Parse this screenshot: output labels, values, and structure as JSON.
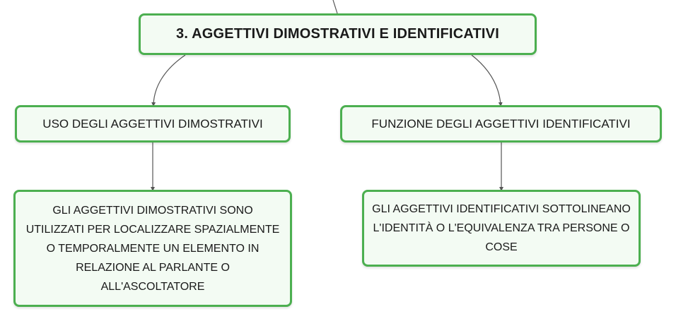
{
  "root": {
    "title": "3. AGGETTIVI DIMOSTRATIVI E IDENTIFICATIVI"
  },
  "branches": [
    {
      "heading": "USO DEGLI AGGETTIVI DIMOSTRATIVI",
      "description": "GLI AGGETTIVI DIMOSTRATIVI SONO UTILIZZATI PER LOCALIZZARE SPAZIALMENTE O TEMPORALMENTE UN ELEMENTO IN RELAZIONE AL PARLANTE O ALL'ASCOLTATORE"
    },
    {
      "heading": "FUNZIONE DEGLI AGGETTIVI IDENTIFICATIVI",
      "description": "GLI AGGETTIVI IDENTIFICATIVI SOTTOLINEANO L'IDENTITÀ O L'EQUIVALENZA TRA PERSONE O COSE"
    }
  ],
  "colors": {
    "node_border": "#4caf50",
    "node_fill": "#f3fbf3",
    "connector": "#555555"
  }
}
